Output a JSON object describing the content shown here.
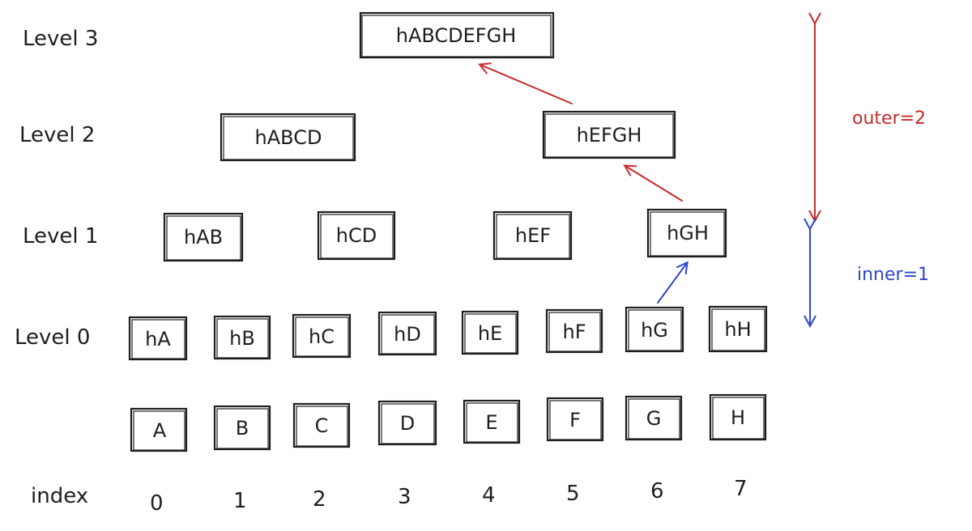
{
  "levels": {
    "level3": "Level 3",
    "level2": "Level 2",
    "level1": "Level 1",
    "level0": "Level 0"
  },
  "index_label": "index",
  "indices": [
    "0",
    "1",
    "2",
    "3",
    "4",
    "5",
    "6",
    "7"
  ],
  "leaves": [
    "A",
    "B",
    "C",
    "D",
    "E",
    "F",
    "G",
    "H"
  ],
  "level0_nodes": [
    "hA",
    "hB",
    "hC",
    "hD",
    "hE",
    "hF",
    "hG",
    "hH"
  ],
  "level1_nodes": [
    "hAB",
    "hCD",
    "hEF",
    "hGH"
  ],
  "level2_nodes": [
    "hABCD",
    "hEFGH"
  ],
  "level3_nodes": [
    "hABCDEFGH"
  ],
  "annotations": {
    "outer": "outer=2",
    "inner": "inner=1"
  },
  "colors": {
    "ink": "#1e1e1e",
    "outer_arrow": "#c92a2a",
    "inner_arrow": "#2f47c9"
  }
}
